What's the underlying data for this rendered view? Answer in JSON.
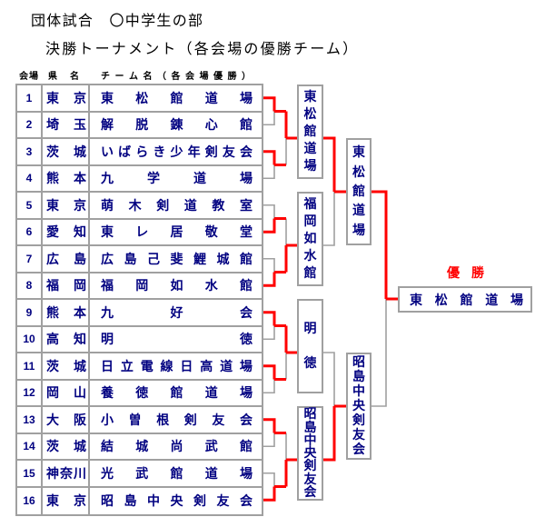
{
  "title": "団体試合　〇中学生の部",
  "subtitle": "決勝トーナメント（各会場の優勝チーム）",
  "table_header": {
    "venue": "会場",
    "prefecture": "県名",
    "team": "チーム名（各会場優勝）"
  },
  "venues": [
    {
      "no": "1",
      "prefecture": "東京",
      "team": "東松館道場"
    },
    {
      "no": "2",
      "prefecture": "埼玉",
      "team": "解脱錬心館"
    },
    {
      "no": "3",
      "prefecture": "茨城",
      "team": "いばらき少年剣友会"
    },
    {
      "no": "4",
      "prefecture": "熊本",
      "team": "九学道場"
    },
    {
      "no": "5",
      "prefecture": "東京",
      "team": "萌木剣道教室"
    },
    {
      "no": "6",
      "prefecture": "愛知",
      "team": "東レ居敬堂"
    },
    {
      "no": "7",
      "prefecture": "広島",
      "team": "広島己斐鯉城館"
    },
    {
      "no": "8",
      "prefecture": "福岡",
      "team": "福岡如水館"
    },
    {
      "no": "9",
      "prefecture": "熊本",
      "team": "九好会"
    },
    {
      "no": "10",
      "prefecture": "高知",
      "team": "明徳"
    },
    {
      "no": "11",
      "prefecture": "茨城",
      "team": "日立電線日高道場"
    },
    {
      "no": "12",
      "prefecture": "岡山",
      "team": "養徳館道場"
    },
    {
      "no": "13",
      "prefecture": "大阪",
      "team": "小曽根剣友会"
    },
    {
      "no": "14",
      "prefecture": "茨城",
      "team": "結城尚武館"
    },
    {
      "no": "15",
      "prefecture": "神奈川",
      "team": "光武館道場"
    },
    {
      "no": "16",
      "prefecture": "東京",
      "team": "昭島中央剣友会"
    }
  ],
  "bracket": {
    "first_round_matches": [
      {
        "rows": [
          "1",
          "2"
        ],
        "winner": "top"
      },
      {
        "rows": [
          "3",
          "4"
        ],
        "winner": "top"
      },
      {
        "rows": [
          "5",
          "6"
        ],
        "winner": "bottom"
      },
      {
        "rows": [
          "7",
          "8"
        ],
        "winner": "bottom"
      },
      {
        "rows": [
          "9",
          "10"
        ],
        "winner": "top"
      },
      {
        "rows": [
          "11",
          "12"
        ],
        "winner": "top"
      },
      {
        "rows": [
          "13",
          "14"
        ],
        "winner": "top"
      },
      {
        "rows": [
          "15",
          "16"
        ],
        "winner": "bottom"
      }
    ],
    "block_final_matches": [
      {
        "winner": "top"
      },
      {
        "winner": "bottom"
      },
      {
        "winner": "top"
      },
      {
        "winner": "bottom"
      }
    ],
    "block_winners": [
      "東松館道場",
      "福岡如水館",
      "明徳",
      "昭島中央剣友会"
    ],
    "semifinal_matches": [
      {
        "winner": "top"
      },
      {
        "winner": "bottom"
      }
    ],
    "semifinal_winners": [
      "東松館道場",
      "昭島中央剣友会"
    ],
    "final": {
      "winner": "top",
      "label": "優勝",
      "champion": "東松館道場"
    }
  },
  "colors": {
    "winner_line": "#ff0000",
    "loser_line": "#a0a0a0",
    "team_text": "#000080",
    "champion_label": "#ff0000"
  }
}
